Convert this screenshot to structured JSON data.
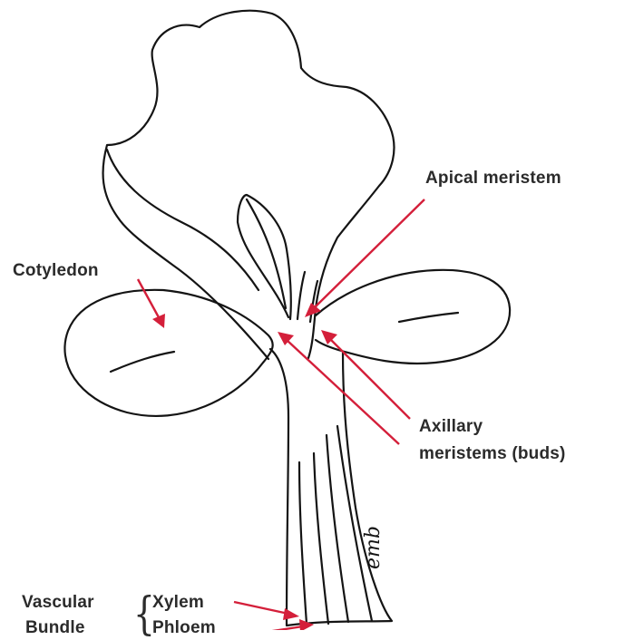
{
  "labels": {
    "apical_meristem": "Apical meristem",
    "cotyledon": "Cotyledon",
    "axillary_line1": "Axillary",
    "axillary_line2": "meristems (buds)",
    "vascular_line1": "Vascular",
    "vascular_line2": "Bundle",
    "xylem": "Xylem",
    "phloem": "Phloem",
    "signature": "emb"
  },
  "colors": {
    "arrow": "#d41f3a",
    "ink": "#141414",
    "label_text": "#2b2b2b",
    "background": "#ffffff"
  }
}
